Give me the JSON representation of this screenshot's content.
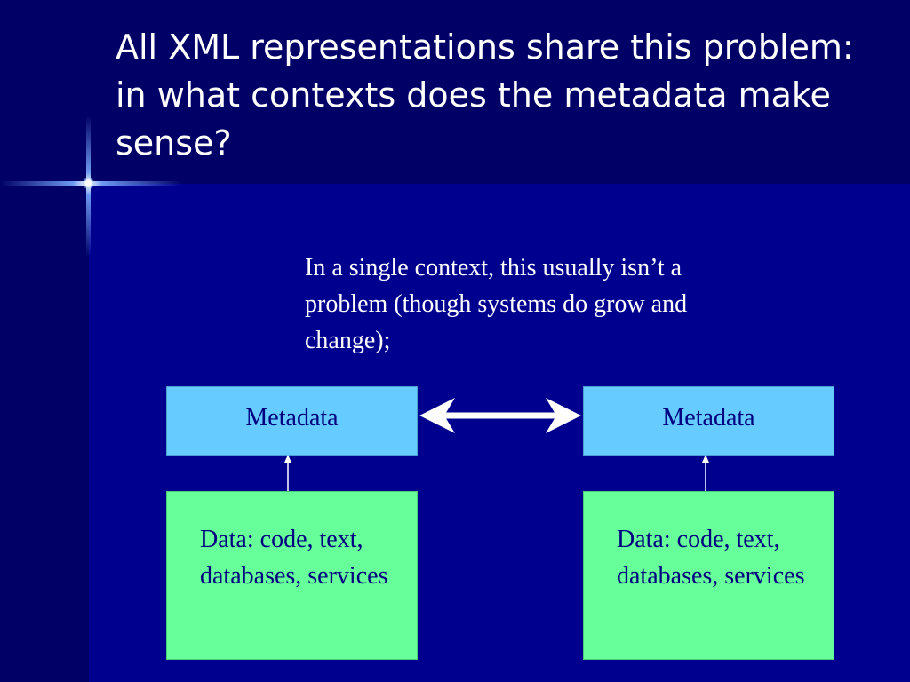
{
  "slide": {
    "title": "All XML representations share this problem: in what contexts does the metadata make sense?",
    "intro": "In a single context, this usually isn’t a problem (though systems do grow and change);"
  },
  "diagram": {
    "left": {
      "metadata_label": "Metadata",
      "data_label": "Data: code, text, databases, services"
    },
    "right": {
      "metadata_label": "Metadata",
      "data_label": "Data: code, text, databases, services"
    },
    "colors": {
      "background": "#00008f",
      "title_band": "#000066",
      "metadata_box": "#66ccff",
      "data_box": "#66ff99",
      "box_text": "#000080",
      "arrow": "#ffffff"
    }
  }
}
